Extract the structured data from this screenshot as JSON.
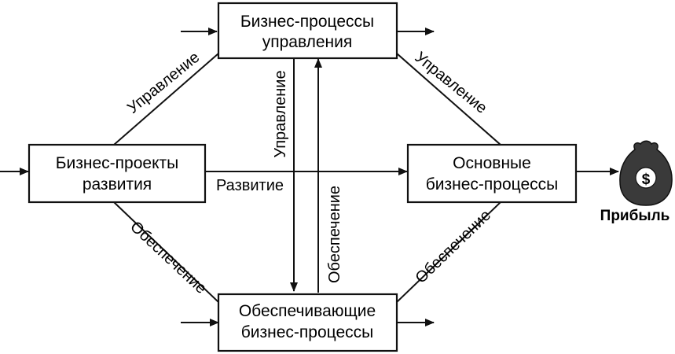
{
  "diagram": {
    "nodes": {
      "management": {
        "line1": "Бизнес-процессы",
        "line2": "управления"
      },
      "development": {
        "line1": "Бизнес-проекты",
        "line2": "развития"
      },
      "core": {
        "line1": "Основные",
        "line2": "бизнес-процессы"
      },
      "support": {
        "line1": "Обеспечивающие",
        "line2": "бизнес-процессы"
      }
    },
    "edges": {
      "management_to_development": "Управление",
      "management_to_core": "Управление",
      "management_to_support": "Управление",
      "development_to_core": "Развитие",
      "support_to_development": "Обеспечение",
      "support_to_management": "Обеспечение",
      "support_to_core": "Обеспечение"
    },
    "outcome": {
      "label": "Прибыль",
      "icon": "money-bag-icon",
      "symbol": "$"
    }
  }
}
